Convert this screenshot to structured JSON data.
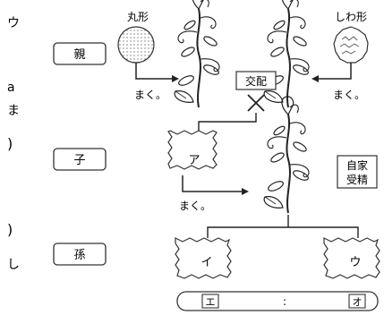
{
  "side_fragments": [
    "ウ",
    "a",
    "ま",
    ")",
    ")",
    "し"
  ],
  "generations": [
    {
      "id": "parent",
      "label": "親"
    },
    {
      "id": "child",
      "label": "子"
    },
    {
      "id": "grandchild",
      "label": "孫"
    }
  ],
  "seed_labels": {
    "round": "丸形",
    "wrinkled": "しわ形"
  },
  "actions": {
    "sow_left": "まく。",
    "sow_right": "まく。",
    "sow_child": "まく。",
    "cross": "交配",
    "cross_mark": "×",
    "self_pollination": [
      "自家",
      "受精"
    ]
  },
  "blanks": {
    "a": "ア",
    "i": "イ",
    "u": "ウ"
  },
  "ratio": {
    "left": "エ",
    "separator": ":",
    "right": "オ"
  }
}
